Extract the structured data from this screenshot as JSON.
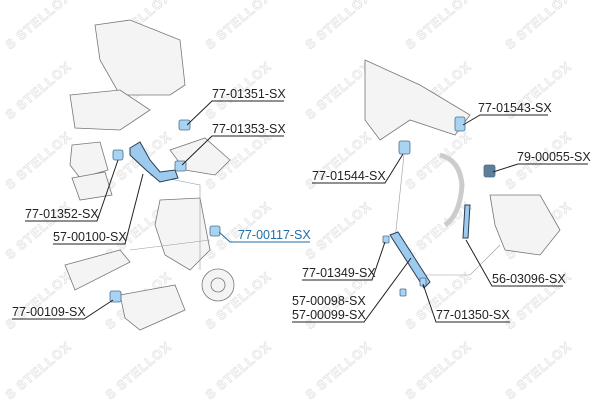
{
  "watermark": {
    "text": "STELLOX"
  },
  "colors": {
    "highlight_label": "#1f6fa8",
    "part_fill": "#a9d3f2",
    "line": "#222222"
  },
  "labels": [
    {
      "id": "77-01351",
      "text": "77-01351-SX",
      "highlighted": false
    },
    {
      "id": "77-01353",
      "text": "77-01353-SX",
      "highlighted": false
    },
    {
      "id": "77-01352",
      "text": "77-01352-SX",
      "highlighted": false
    },
    {
      "id": "57-00100",
      "text": "57-00100-SX",
      "highlighted": false
    },
    {
      "id": "77-00117",
      "text": "77-00117-SX",
      "highlighted": true
    },
    {
      "id": "77-00109",
      "text": "77-00109-SX",
      "highlighted": false
    },
    {
      "id": "77-01543",
      "text": "77-01543-SX",
      "highlighted": false
    },
    {
      "id": "79-00055",
      "text": "79-00055-SX",
      "highlighted": false
    },
    {
      "id": "77-01544",
      "text": "77-01544-SX",
      "highlighted": false
    },
    {
      "id": "77-01349",
      "text": "77-01349-SX",
      "highlighted": false
    },
    {
      "id": "56-03096",
      "text": "56-03096-SX",
      "highlighted": false
    },
    {
      "id": "57-00098",
      "text": "57-00098-SX",
      "highlighted": false
    },
    {
      "id": "57-00099",
      "text": "57-00099-SX",
      "highlighted": false
    },
    {
      "id": "77-01350",
      "text": "77-01350-SX",
      "highlighted": false
    }
  ]
}
